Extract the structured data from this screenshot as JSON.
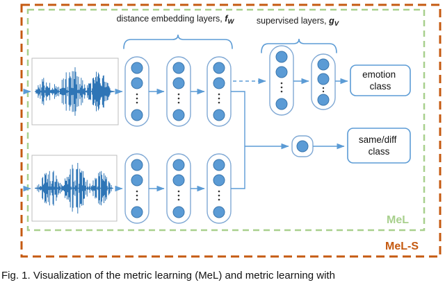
{
  "figure": {
    "labels": {
      "embedding": {
        "text": "distance embedding layers, ",
        "symbol": "f",
        "subscript": "W"
      },
      "supervised": {
        "text": "supervised layers, ",
        "symbol": "g",
        "subscript": "V"
      },
      "emotion_line1": "emotion",
      "emotion_line2": "class",
      "samediff_line1": "same/diff",
      "samediff_line2": "class",
      "mel": "MeL",
      "mel_s": "MeL-S"
    }
  },
  "colors": {
    "node-fill": "#5b9bd5",
    "node-stroke": "#3a76ad",
    "col-stroke": "#7fa8d4",
    "line": "#5b9bd5",
    "wave": "#2e75b6",
    "mel-green": "#a8d08d",
    "mel-orange": "#c55a11"
  },
  "caption": "Fig. 1. Visualization of the metric learning (MeL) and metric learning with"
}
